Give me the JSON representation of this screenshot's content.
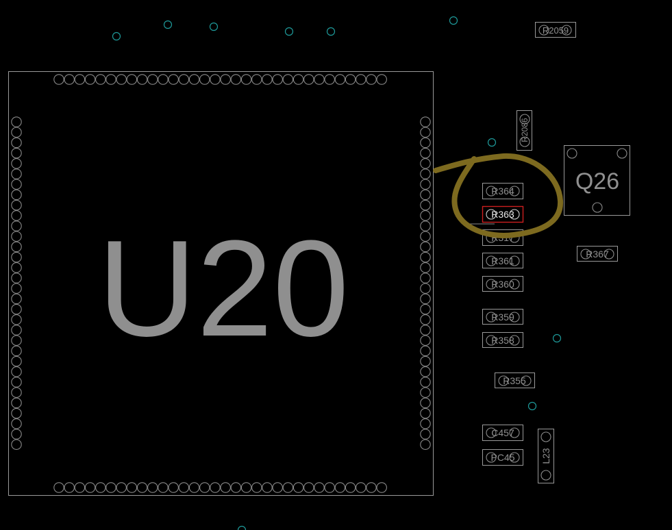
{
  "main_chip": {
    "ref": "U20"
  },
  "transistor": {
    "ref": "Q26"
  },
  "components": {
    "r2059": "R2059",
    "r2086": "R2086",
    "r364": "R364",
    "r363": "R363",
    "r317": "R317",
    "r361": "R361",
    "r360": "R360",
    "r359": "R359",
    "r358": "R358",
    "r355": "R355",
    "r367": "R367",
    "c457": "C457",
    "pc45": "PC45",
    "l23": "L23"
  },
  "colors": {
    "background": "#000000",
    "silkscreen": "#8f8f8f",
    "via": "#1e9a9a",
    "highlight": "#cc1f1f",
    "annotation": "#7d6a1f"
  }
}
